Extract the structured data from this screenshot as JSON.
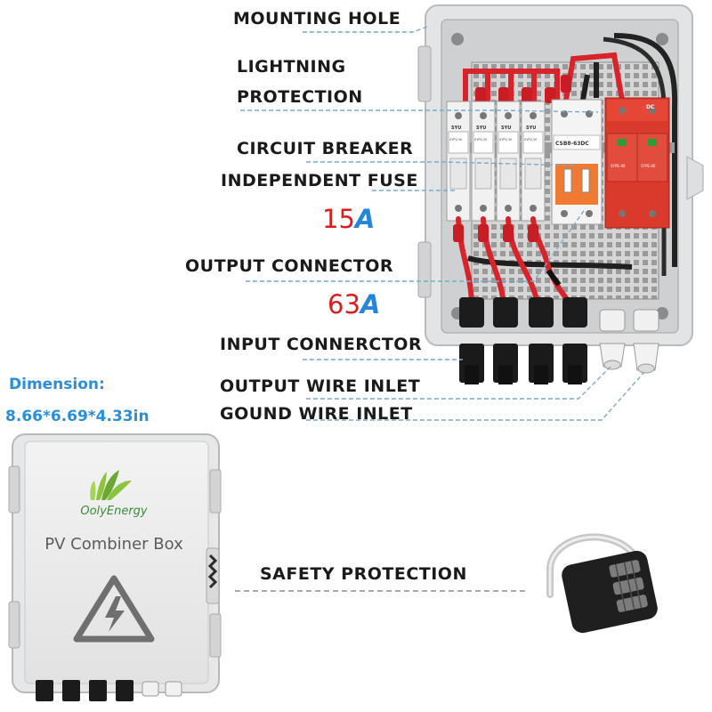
{
  "labels": {
    "mounting_hole": "MOUNTING HOLE",
    "lightning_protection_line1": "LIGHTNING",
    "lightning_protection_line2": "PROTECTION",
    "circuit_breaker": "CIRCUIT BREAKER",
    "independent_fuse": "INDEPENDENT FUSE",
    "fuse_rating_value": "15",
    "fuse_rating_unit": "A",
    "output_connector": "OUTPUT CONNECTOR",
    "output_rating_value": "63",
    "output_rating_unit": "A",
    "input_connector": "INPUT CONNERCTOR",
    "output_wire_inlet": "OUTPUT WIRE INLET",
    "ground_wire_inlet": "GOUND WIRE INLET",
    "safety_protection": "SAFETY PROTECTION"
  },
  "dimension": {
    "title": "Dimension:",
    "value": "8.66*6.69*4.33in"
  },
  "front_box": {
    "brand": "OolyEnergy",
    "product_name": "PV Combiner Box"
  },
  "device_labels": {
    "fuse_brand": "SYU",
    "fuse_model": "SYPV-30",
    "breaker_model": "CSB8-63DC",
    "spd_brand": "DC",
    "spd_model": "SYPE-40"
  },
  "icons": [
    "high-voltage-warning-icon",
    "padlock-icon",
    "logo-leaf-icon"
  ],
  "colors": {
    "label_text": "#1a1a1a",
    "rating_red": "#d81e1e",
    "rating_blue": "#2585d6",
    "dimension_blue": "#2a8fd8",
    "enclosure_gray": "#e4e5e6",
    "wire_red": "#d9232a",
    "spd_red": "#d93a2c",
    "breaker_orange": "#f07a32",
    "leader_line": "#7fa9c6"
  }
}
